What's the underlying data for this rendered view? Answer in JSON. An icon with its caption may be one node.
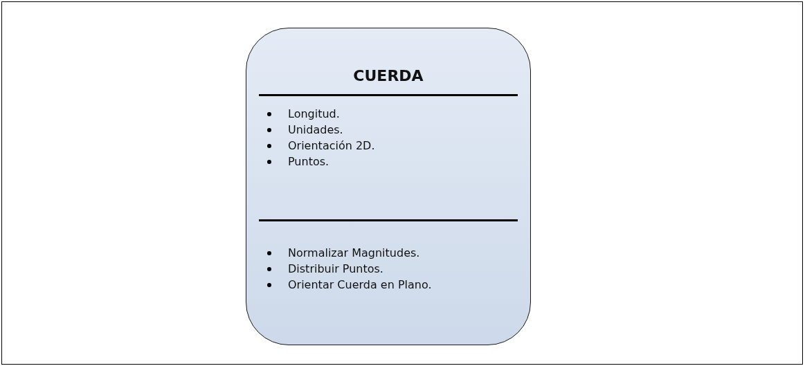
{
  "diagram": {
    "nodes": [
      {
        "text": [
          "CUERDA",
          "Longitud.",
          "Unidades.",
          "Orientación 2D.",
          "Puntos.",
          "Normalizar Magnitudes.",
          "Distribuir Puntos.",
          "Orientar Cuerda en Plano."
        ]
      }
    ]
  }
}
